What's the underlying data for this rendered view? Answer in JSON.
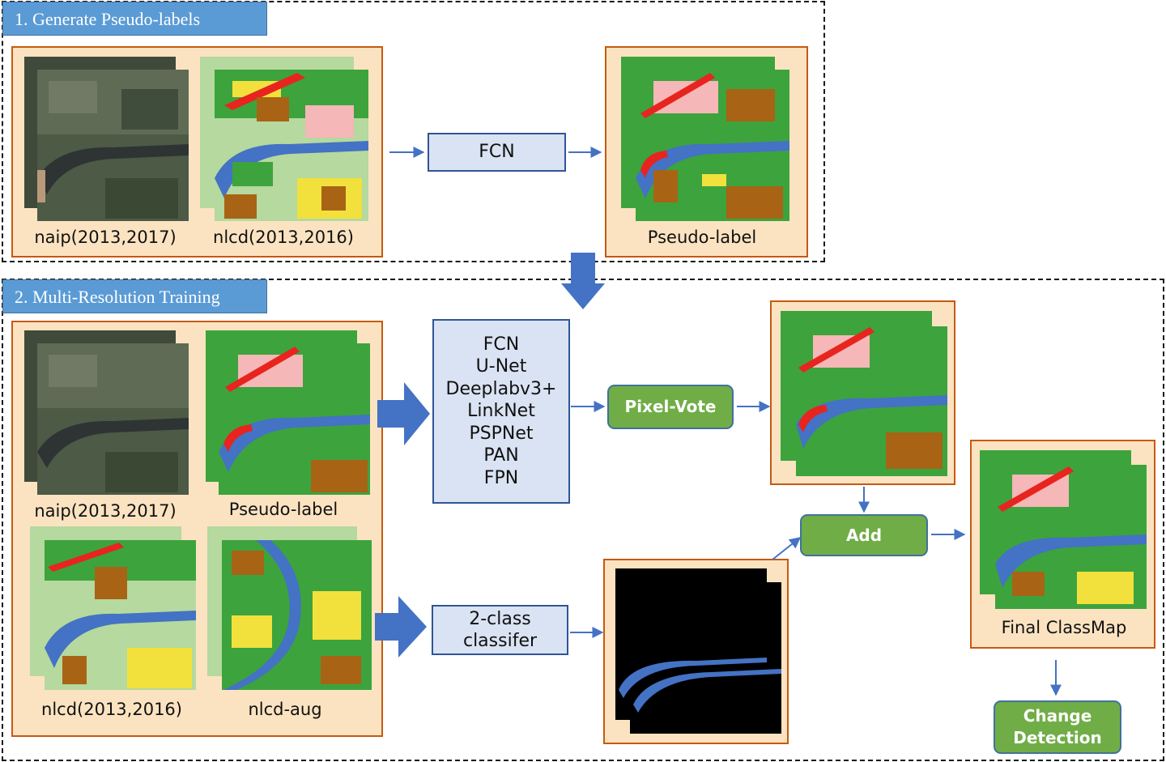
{
  "sections": {
    "generate": {
      "title": "1. Generate Pseudo-labels"
    },
    "training": {
      "title": "2. Multi-Resolution Training"
    }
  },
  "labels": {
    "naip_top": "naip(2013,2017)",
    "nlcd_top": "nlcd(2013,2016)",
    "pseudo_top": "Pseudo-label",
    "naip_bottom": "naip(2013,2017)",
    "pseudo_bottom": "Pseudo-label",
    "nlcd_bottom": "nlcd(2013,2016)",
    "nlcd_aug": "nlcd-aug",
    "final": "Final ClassMap"
  },
  "boxes": {
    "fcn": "FCN",
    "models": [
      "FCN",
      "U-Net",
      "Deeplabv3+",
      "LinkNet",
      "PSPNet",
      "PAN",
      "FPN"
    ],
    "classifier": [
      "2-class",
      "classifer"
    ],
    "pixel_vote": "Pixel-Vote",
    "add": "Add",
    "change_detection": [
      "Change",
      "Detection"
    ]
  },
  "colors": {
    "section_title_bg": "#5b9bd5",
    "panel_bg": "#fbe3c1",
    "panel_border": "#c55a11",
    "box_bg": "#dae3f3",
    "green_box": "#70ad47",
    "arrow": "#4472c4",
    "water": "#4472c4",
    "forest": "#3da33d",
    "developed": "#e8241f",
    "cultivated": "#f2e13c",
    "shrub": "#a86414",
    "grass": "#b5d99e"
  }
}
